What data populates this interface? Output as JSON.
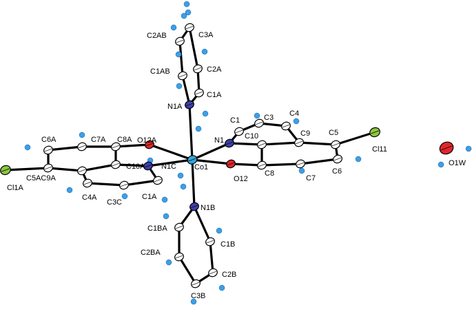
{
  "atoms": [
    {
      "id": "Co1",
      "label": "Co1",
      "element": "Co",
      "color": "#36a3d9"
    },
    {
      "id": "N1",
      "label": "N1",
      "element": "N",
      "color": "#3d3fa8"
    },
    {
      "id": "N1A",
      "label": "N1A",
      "element": "N",
      "color": "#3d3fa8"
    },
    {
      "id": "N1B",
      "label": "N1B",
      "element": "N",
      "color": "#3d3fa8"
    },
    {
      "id": "N1C",
      "label": "N1C",
      "element": "N",
      "color": "#3d3fa8"
    },
    {
      "id": "O12",
      "label": "O12",
      "element": "O",
      "color": "#e0262a"
    },
    {
      "id": "O12A",
      "label": "O12A",
      "element": "O",
      "color": "#e0262a"
    },
    {
      "id": "O1W",
      "label": "O1W",
      "element": "O",
      "color": "#e0262a"
    },
    {
      "id": "Cl1A",
      "label": "Cl1A",
      "element": "Cl",
      "color": "#8cc63f"
    },
    {
      "id": "Cl11",
      "label": "Cl11",
      "element": "Cl",
      "color": "#8cc63f"
    },
    {
      "id": "C1",
      "label": "C1",
      "element": "C",
      "color": "#ffffff"
    },
    {
      "id": "C3",
      "label": "C3",
      "element": "C",
      "color": "#ffffff"
    },
    {
      "id": "C4",
      "label": "C4",
      "element": "C",
      "color": "#ffffff"
    },
    {
      "id": "C9",
      "label": "C9",
      "element": "C",
      "color": "#ffffff"
    },
    {
      "id": "C10",
      "label": "C10",
      "element": "C",
      "color": "#ffffff"
    },
    {
      "id": "C5",
      "label": "C5",
      "element": "C",
      "color": "#ffffff"
    },
    {
      "id": "C6",
      "label": "C6",
      "element": "C",
      "color": "#ffffff"
    },
    {
      "id": "C7",
      "label": "C7",
      "element": "C",
      "color": "#ffffff"
    },
    {
      "id": "C8",
      "label": "C8",
      "element": "C",
      "color": "#ffffff"
    },
    {
      "id": "C1A",
      "label": "C1A",
      "element": "C",
      "color": "#ffffff"
    },
    {
      "id": "C2A",
      "label": "C2A",
      "element": "C",
      "color": "#ffffff"
    },
    {
      "id": "C3A",
      "label": "C3A",
      "element": "C",
      "color": "#ffffff"
    },
    {
      "id": "C2AB",
      "label": "C2AB",
      "element": "C",
      "color": "#ffffff"
    },
    {
      "id": "C1AB",
      "label": "C1AB",
      "element": "C",
      "color": "#ffffff"
    },
    {
      "id": "C1B",
      "label": "C1B",
      "element": "C",
      "color": "#ffffff"
    },
    {
      "id": "C2B",
      "label": "C2B",
      "element": "C",
      "color": "#ffffff"
    },
    {
      "id": "C3B",
      "label": "C3B",
      "element": "C",
      "color": "#ffffff"
    },
    {
      "id": "C2BA",
      "label": "C2BA",
      "element": "C",
      "color": "#ffffff"
    },
    {
      "id": "C1BA",
      "label": "C1BA",
      "element": "C",
      "color": "#ffffff"
    },
    {
      "id": "C6A",
      "label": "C6A",
      "element": "C",
      "color": "#ffffff"
    },
    {
      "id": "C7A",
      "label": "C7A",
      "element": "C",
      "color": "#ffffff"
    },
    {
      "id": "C8A",
      "label": "C8A",
      "element": "C",
      "color": "#ffffff"
    },
    {
      "id": "C10A",
      "label": "C10A",
      "element": "C",
      "color": "#ffffff"
    },
    {
      "id": "C5A",
      "label": "C5A",
      "element": "C",
      "color": "#ffffff"
    },
    {
      "id": "C9A",
      "label": "C9A",
      "element": "C",
      "color": "#ffffff"
    },
    {
      "id": "C4A",
      "label": "C4A",
      "element": "C",
      "color": "#ffffff"
    },
    {
      "id": "C3C",
      "label": "C3C",
      "element": "C",
      "color": "#ffffff"
    },
    {
      "id": "C1Abot",
      "label": "C1A",
      "element": "C",
      "color": "#ffffff"
    }
  ],
  "combined_label": "C5AC9A",
  "bonds": [
    [
      "Co1",
      "N1"
    ],
    [
      "Co1",
      "O12"
    ],
    [
      "Co1",
      "N1A"
    ],
    [
      "Co1",
      "N1B"
    ],
    [
      "Co1",
      "O12A"
    ],
    [
      "Co1",
      "N1C"
    ],
    [
      "N1",
      "C1"
    ],
    [
      "C1",
      "C3"
    ],
    [
      "C3",
      "C4"
    ],
    [
      "C4",
      "C9"
    ],
    [
      "C9",
      "C10"
    ],
    [
      "C10",
      "N1"
    ],
    [
      "C10",
      "C8"
    ],
    [
      "C8",
      "O12"
    ],
    [
      "C8",
      "C7"
    ],
    [
      "C7",
      "C6"
    ],
    [
      "C6",
      "C5"
    ],
    [
      "C5",
      "C9"
    ],
    [
      "C5",
      "Cl11"
    ],
    [
      "N1A",
      "C1A"
    ],
    [
      "C1A",
      "C2A"
    ],
    [
      "C2A",
      "C3A"
    ],
    [
      "C3A",
      "C2AB"
    ],
    [
      "C2AB",
      "C1AB"
    ],
    [
      "C1AB",
      "N1A"
    ],
    [
      "N1B",
      "C1B"
    ],
    [
      "C1B",
      "C2B"
    ],
    [
      "C2B",
      "C3B"
    ],
    [
      "C3B",
      "C2BA"
    ],
    [
      "C2BA",
      "C1BA"
    ],
    [
      "C1BA",
      "N1B"
    ],
    [
      "O12A",
      "C8A"
    ],
    [
      "C8A",
      "C7A"
    ],
    [
      "C7A",
      "C6A"
    ],
    [
      "C6A",
      "C5A"
    ],
    [
      "C5A",
      "C9A"
    ],
    [
      "C9A",
      "C10A"
    ],
    [
      "C10A",
      "C8A"
    ],
    [
      "C10A",
      "N1C"
    ],
    [
      "N1C",
      "C1Abot"
    ],
    [
      "C1Abot",
      "C3C"
    ],
    [
      "C3C",
      "C4A"
    ],
    [
      "C4A",
      "C9A"
    ],
    [
      "C5A",
      "Cl1A"
    ]
  ]
}
